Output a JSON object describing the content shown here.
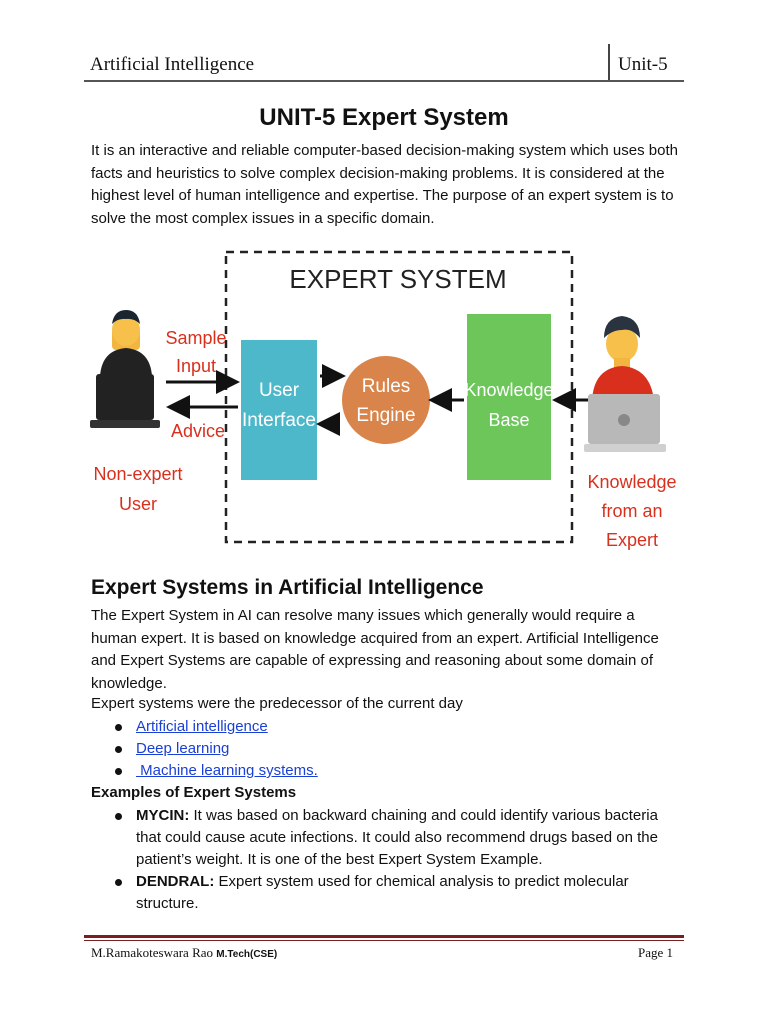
{
  "header": {
    "subject": "Artificial Intelligence",
    "unit": "Unit-5"
  },
  "title": "UNIT-5 Expert System",
  "intro": "It is an interactive and reliable computer-based decision-making system which uses both facts and heuristics to solve complex decision-making problems. It is considered at the highest level of human intelligence and expertise. The purpose of an expert system is to solve the most complex issues in a specific domain.",
  "diagram": {
    "title": "EXPERT SYSTEM",
    "sample_input_line1": "Sample",
    "sample_input_line2": "Input",
    "advice": "Advice",
    "user_interface_line1": "User",
    "user_interface_line2": "Interface",
    "rules_engine_line1": "Rules",
    "rules_engine_line2": "Engine",
    "knowledge_base_line1": "Knowledge",
    "knowledge_base_line2": "Base",
    "non_expert_line1": "Non-expert",
    "non_expert_line2": "User",
    "knowledge_expert_line1": "Knowledge",
    "knowledge_expert_line2": "from an",
    "knowledge_expert_line3": "Expert",
    "colors": {
      "user_interface": "#4cb8c9",
      "rules_engine": "#d9844a",
      "knowledge_base": "#6cc65a",
      "label_red": "#d9301e"
    }
  },
  "section": {
    "heading": "Expert Systems in Artificial Intelligence",
    "para": "The Expert System in AI can resolve many issues which generally would require a human expert. It is based on knowledge acquired from an expert. Artificial Intelligence and Expert Systems are capable of expressing and reasoning about some domain of knowledge.",
    "predecessor": "Expert systems were the predecessor of the current day",
    "links": [
      "Artificial intelligence",
      "Deep learning",
      " Machine learning systems."
    ]
  },
  "examples": {
    "heading": "Examples of Expert Systems",
    "items": [
      {
        "name": "MYCIN:",
        "text": " It was based on backward chaining and could identify various bacteria that could cause acute infections. It could also recommend drugs based on the patient’s weight. It is one of the best Expert System Example."
      },
      {
        "name": "DENDRAL:",
        "text": " Expert system used for chemical analysis to predict molecular structure."
      }
    ]
  },
  "footer": {
    "author": "M.Ramakoteswara Rao",
    "degree": "M.Tech(CSE)",
    "page": "Page 1"
  }
}
